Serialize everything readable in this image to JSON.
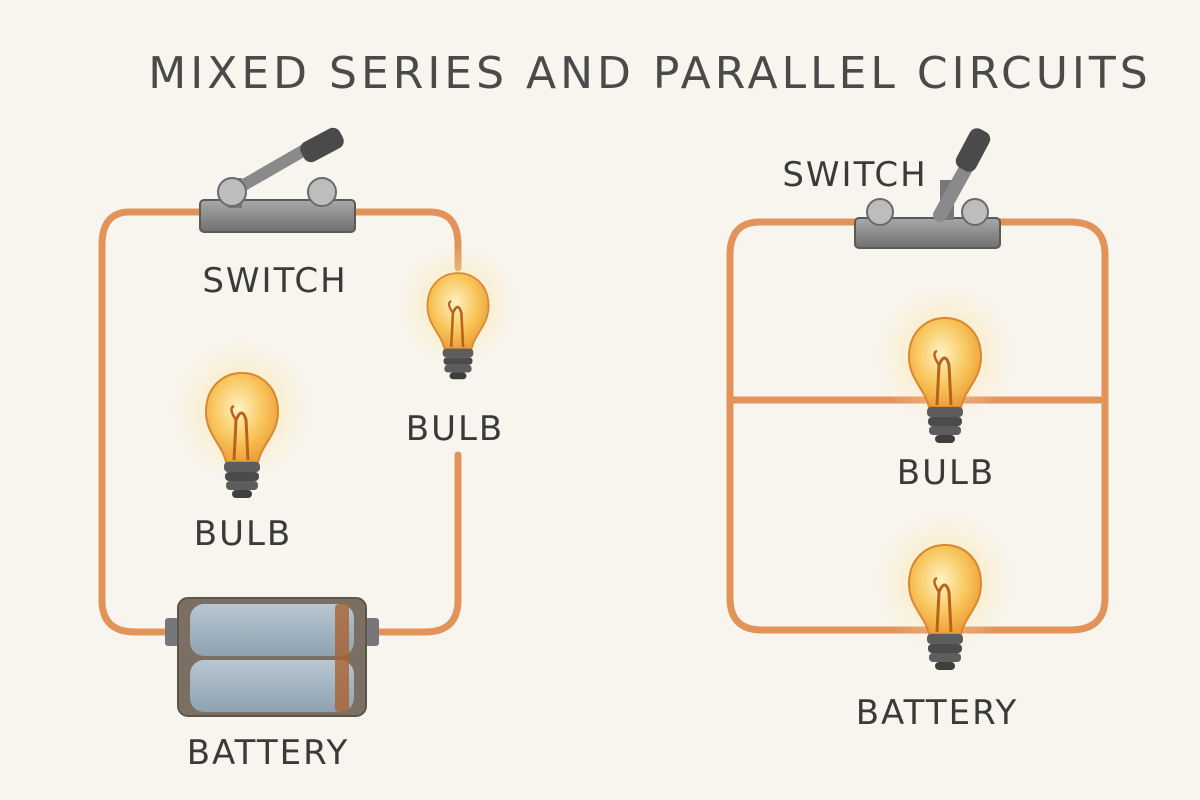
{
  "title": "MIXED SERIES AND PARALLEL CIRCUITS",
  "colors": {
    "wire": "#e2935a",
    "bulb_glass": "#f7c25a",
    "bulb_glow": "#fbe3a8",
    "filament": "#c56a1c",
    "metal": "#8c8c8c",
    "battery_cell": "#9fb0bd",
    "battery_cap": "#7a6f62",
    "text": "#3a3a3a"
  },
  "left_circuit": {
    "switch_label": "SWITCH",
    "top_bulb_label": "BULB",
    "middle_bulb_label": "BULB",
    "battery_label": "BATTERY"
  },
  "right_circuit": {
    "switch_label": "SWITCH",
    "bulb_label": "BULB",
    "battery_label": "BATTERY"
  }
}
